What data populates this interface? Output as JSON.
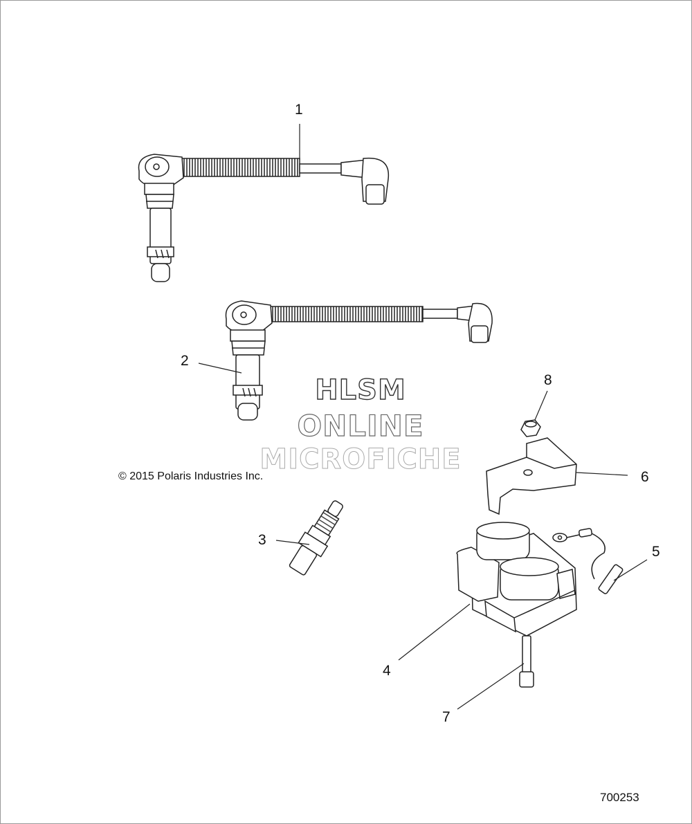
{
  "callouts": [
    "1",
    "2",
    "3",
    "4",
    "5",
    "6",
    "7",
    "8"
  ],
  "copyright": "© 2015 Polaris Industries Inc.",
  "watermark": [
    "HLSM",
    "ONLINE",
    "MICROFICHE"
  ],
  "figure_number": "700253",
  "parts": [
    {
      "ref": "1",
      "icon": "spark-plug-wire-long-icon"
    },
    {
      "ref": "2",
      "icon": "spark-plug-wire-short-icon"
    },
    {
      "ref": "3",
      "icon": "spark-plug-icon"
    },
    {
      "ref": "4",
      "icon": "ignition-coil-icon"
    },
    {
      "ref": "5",
      "icon": "ground-wire-icon"
    },
    {
      "ref": "6",
      "icon": "mounting-bracket-icon"
    },
    {
      "ref": "7",
      "icon": "bolt-icon"
    },
    {
      "ref": "8",
      "icon": "nut-icon"
    }
  ]
}
